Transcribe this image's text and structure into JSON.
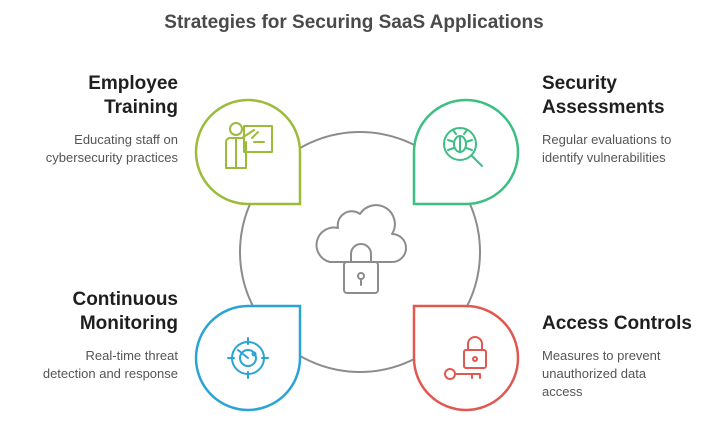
{
  "title": "Strategies for Securing SaaS Applications",
  "center_icon": "cloud-lock-icon",
  "strategies": [
    {
      "heading_lines": [
        "Employee",
        "Training"
      ],
      "description_lines": [
        "Educating staff on",
        "cybersecurity practices"
      ],
      "icon": "presenter-board-icon",
      "color": "#9bbb3b"
    },
    {
      "heading_lines": [
        "Security",
        "Assessments"
      ],
      "description_lines": [
        "Regular evaluations to",
        "identify vulnerabilities"
      ],
      "icon": "bug-magnifier-icon",
      "color": "#3dbf84"
    },
    {
      "heading_lines": [
        "Continuous",
        "Monitoring"
      ],
      "description_lines": [
        "Real-time threat",
        "detection and response"
      ],
      "icon": "radar-icon",
      "color": "#2aa3d6"
    },
    {
      "heading_lines": [
        "Access Controls"
      ],
      "description_lines": [
        "Measures to prevent",
        "unauthorized data",
        "access"
      ],
      "icon": "key-lock-icon",
      "color": "#e0584f"
    }
  ]
}
